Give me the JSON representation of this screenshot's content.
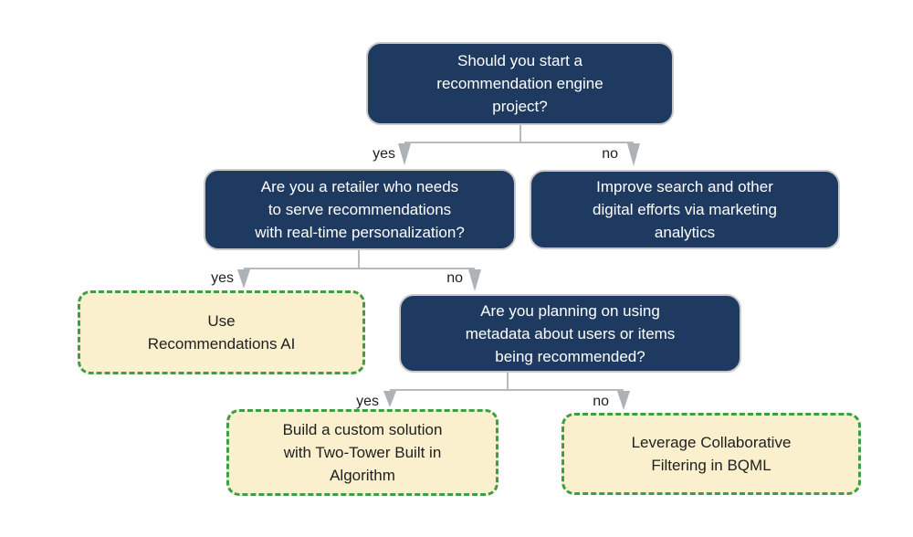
{
  "colors": {
    "decision_fill": "#1f3a60",
    "decision_border": "#c9c9c9",
    "decision_text": "#ffffff",
    "outcome_fill": "#faf0cd",
    "outcome_border": "#3d9e47",
    "outcome_text": "#202020",
    "connector_line": "#b7babd",
    "connector_arrow": "#adb2b6",
    "edge_label_text": "#1f1f1f",
    "background": "#ffffff"
  },
  "flowchart": {
    "nodes": [
      {
        "id": "start-question",
        "type": "decision",
        "text": "Should you start a\nrecommendation engine\nproject?"
      },
      {
        "id": "retailer-question",
        "type": "decision",
        "text": "Are you a retailer who needs\nto serve recommendations\nwith real-time personalization?"
      },
      {
        "id": "improve-search",
        "type": "decision",
        "text": "Improve search and other\ndigital efforts via marketing\nanalytics"
      },
      {
        "id": "use-recommendations-ai",
        "type": "outcome",
        "text": "Use\nRecommendations AI"
      },
      {
        "id": "metadata-question",
        "type": "decision",
        "text": "Are you planning on using\nmetadata about users or items\nbeing recommended?"
      },
      {
        "id": "custom-solution",
        "type": "outcome",
        "text": "Build a custom solution\nwith Two-Tower Built in\nAlgorithm"
      },
      {
        "id": "bqml-solution",
        "type": "outcome",
        "text": "Leverage Collaborative\nFiltering in BQML"
      }
    ],
    "edges": [
      {
        "from": "start-question",
        "to": "retailer-question",
        "label": "yes"
      },
      {
        "from": "start-question",
        "to": "improve-search",
        "label": "no"
      },
      {
        "from": "retailer-question",
        "to": "use-recommendations-ai",
        "label": "yes"
      },
      {
        "from": "retailer-question",
        "to": "metadata-question",
        "label": "no"
      },
      {
        "from": "metadata-question",
        "to": "custom-solution",
        "label": "yes"
      },
      {
        "from": "metadata-question",
        "to": "bqml-solution",
        "label": "no"
      }
    ]
  }
}
